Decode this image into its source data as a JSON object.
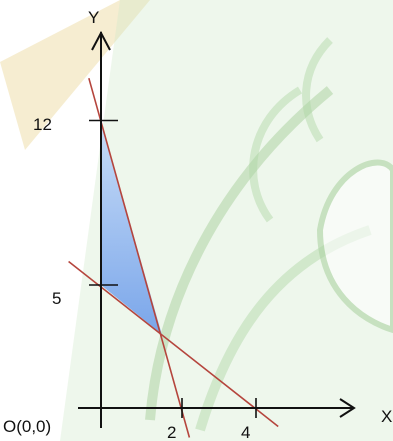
{
  "diagram": {
    "axis_labels": {
      "x": "X",
      "y": "Y"
    },
    "origin_label": "O(0,0)",
    "x_ticks": [
      {
        "value": 2,
        "label": "2"
      },
      {
        "value": 4,
        "label": "4"
      }
    ],
    "y_ticks": [
      {
        "value": 5,
        "label": "5"
      },
      {
        "value": 12,
        "label": "12"
      }
    ],
    "lines": [
      {
        "name": "steep-line",
        "y_intercept": 12,
        "x_intercept": 2,
        "color": "#b5453d"
      },
      {
        "name": "shallow-line",
        "y_intercept": 5,
        "x_intercept": 4,
        "color": "#b5453d"
      }
    ],
    "shaded_region": {
      "vertices": [
        [
          0,
          12
        ],
        [
          0,
          5
        ],
        [
          1.5,
          3
        ]
      ],
      "fill_top": "#c9ddf7",
      "fill_bottom": "#7aa6ea"
    },
    "colors": {
      "axis": "#111111",
      "watermark": "#cfe8c9",
      "watermark_stroke": "#aed4a4",
      "watermark_gold": "#ecd79a"
    }
  }
}
